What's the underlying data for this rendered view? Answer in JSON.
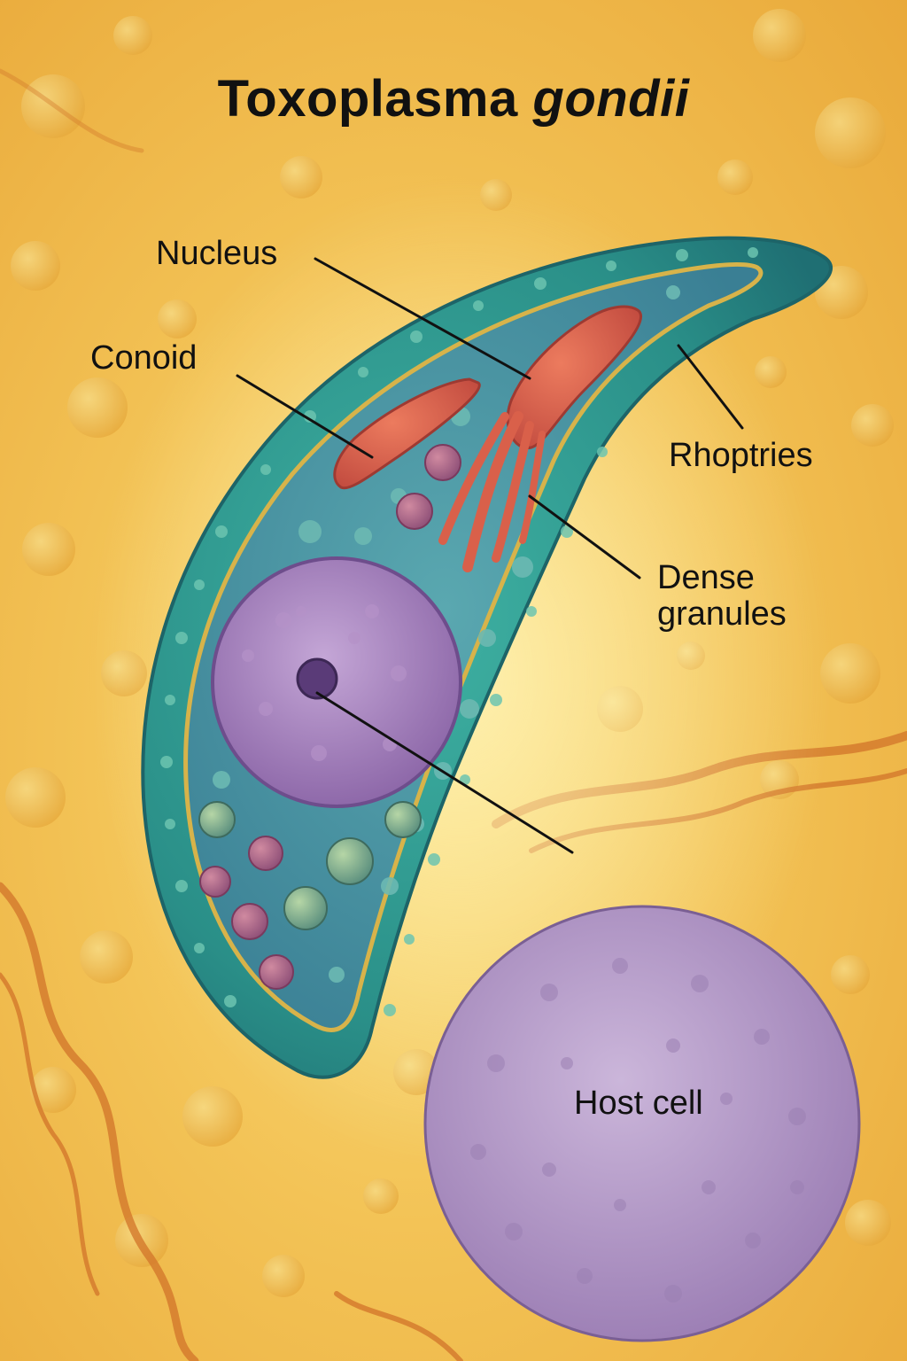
{
  "title": {
    "regular": "Toxoplasma",
    "italic": "gondii"
  },
  "labels": {
    "nucleus": "Nucleus",
    "conoid": "Conoid",
    "rhoptries": "Rhoptries",
    "dense_granules_line1": "Dense",
    "dense_granules_line2": "granules",
    "host_cell": "Host cell"
  },
  "colors": {
    "background": "#f3c356",
    "parasite_body": "#2f9a8f",
    "parasite_inner": "#3f8d9e",
    "membrane": "#d7b34a",
    "nucleus_purple": "#a07ab8",
    "rhoptry_red": "#d9604a",
    "host_cell_purple": "#b095c6",
    "leader_line": "#111111"
  }
}
